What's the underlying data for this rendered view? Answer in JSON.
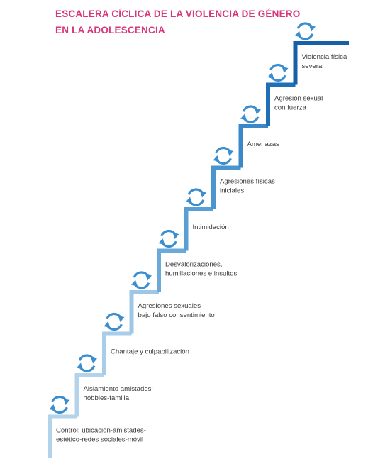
{
  "title": {
    "line1": "ESCALERA CÍCLICA DE LA VIOLENCIA DE GÉNERO",
    "line2": "EN LA ADOLESCENCIA"
  },
  "colors": {
    "title": "#d6367a",
    "icon": "#3a8ed0"
  },
  "steps": [
    {
      "lines": [
        "Control: ubicación-amistades-",
        "estético-redes sociales-móvil"
      ],
      "color": "#b3d3ea"
    },
    {
      "lines": [
        "Aislamiento amistades-",
        "hobbies-familia"
      ],
      "color": "#b3d3ea"
    },
    {
      "lines": [
        "Chantaje y culpabilización"
      ],
      "color": "#a9cde8"
    },
    {
      "lines": [
        "Agresiones sexuales",
        "bajo falso consentimiento"
      ],
      "color": "#9fc6e4"
    },
    {
      "lines": [
        "Desvalorizaciones,",
        "humillaciones e insultos"
      ],
      "color": "#6aa9d8"
    },
    {
      "lines": [
        "Intimidación"
      ],
      "color": "#5a9fd4"
    },
    {
      "lines": [
        "Agresiones físicas",
        "iniciales"
      ],
      "color": "#4b95cf"
    },
    {
      "lines": [
        "Amenazas"
      ],
      "color": "#3b88c8"
    },
    {
      "lines": [
        "Agresión sexual",
        "con fuerza"
      ],
      "color": "#1f6fb7"
    },
    {
      "lines": [
        "Violencia física",
        "severa"
      ],
      "color": "#175fa8"
    }
  ]
}
